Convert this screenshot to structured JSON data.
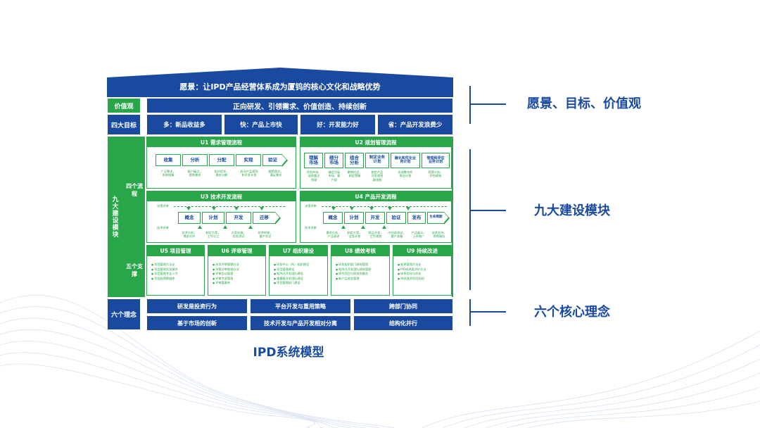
{
  "vision": "愿景：让IPD产品经营体系成为厦钨的核心文化和战略优势",
  "values": {
    "label": "价值观",
    "text": "正向研发、引领需求、价值创造、持续创新"
  },
  "goals": {
    "label": "四大目标",
    "items": [
      "多：新品收益多",
      "快：产品上市快",
      "好：开发能力好",
      "省：产品开发浪费少"
    ]
  },
  "nine_modules_label": "九大建设模块",
  "four_flows": {
    "label": "四个流程",
    "u1": {
      "title": "U1 需求管理流程",
      "steps": [
        "收集",
        "分析",
        "分配",
        "实现",
        "验证"
      ],
      "subs": [
        "广泛需求，\n系统搜集",
        "客户痛点，\n提炼需求",
        "相对优先，\n需求分解",
        "启动产品规划\n和开发计划",
        "跟踪落实，\n满足需求"
      ]
    },
    "u2": {
      "title": "U2 规划管理流程",
      "steps": [
        "理解\n市场",
        "细分\n市场",
        "组合\n分析",
        "制定业务\n计划",
        "融化和优化业\n务计划",
        "管理和评估\n业务计划"
      ],
      "subs": [
        "评估市场，\n选择重点\n领域",
        "确定目标\n市场、客\n户群",
        "聚焦机会，\n制定策略",
        "制定产品\n开发规划\n路线图",
        "形成整合的\n商业计划",
        "经营分析，\n评估绩效"
      ]
    },
    "u3": {
      "title": "U3 技术开发流程",
      "review": "决策评审",
      "tech_review": "技术评审",
      "steps": [
        "概念",
        "计划",
        "开发",
        "迁移"
      ],
      "subs": [
        "技术分析，\n需求对齐",
        "制定方案，\n工作分工",
        "方案实施，\n实验测试",
        "技术转移，\n量产验证"
      ]
    },
    "u4": {
      "title": "U4 产品开发流程",
      "review": "决策评审",
      "tech_review": "技术评审",
      "steps": [
        "概念",
        "计划",
        "开发",
        "验证",
        "发布",
        "生命周期"
      ],
      "subs": [
        "需求分析，\n产品表述",
        "制定方案，\n业务计划",
        "样品开发，\n工作规划",
        "内外部测试，\n量产准备",
        "产品展示，\n上市推广",
        "技术支持，\n营销服务"
      ]
    }
  },
  "five_supports": {
    "label": "五个支撑",
    "modules": [
      {
        "title": "U5 项目管理",
        "items": [
          "项目管理方法论",
          "项目管理实务操作",
          "项目管理专业人才",
          "项目经营数据库"
        ]
      },
      {
        "title": "U6 评审管理",
        "items": [
          "技术评审管理办法",
          "决策评审管理办法",
          "评审会议管理",
          "评审专家管理",
          "评审要素库"
        ]
      },
      {
        "title": "U7 组织建设",
        "items": [
          "研发中心（所）组织建设",
          "项目管理建设",
          "矩阵式开发团队建设",
          "重量级开发团队建设",
          "项目管理部门建设"
        ]
      },
      {
        "title": "U8 绩效考核",
        "items": [
          "研发组织部门绩效管理",
          "矩阵式开发团队绩效管理",
          "研究项目与财务的融合",
          "新产品收益管理"
        ]
      },
      {
        "title": "U9 持续改进",
        "items": [
          "变革管理方法论",
          "IPD成熟度评价方法",
          "体系优化与优化",
          "持续改进项目机制"
        ]
      }
    ]
  },
  "six_concepts": {
    "label": "六个理念",
    "items": [
      "研发是投资行为",
      "平台开发与重用策略",
      "跨部门协同",
      "基于市场的创新",
      "技术开发与产品开发相对分离",
      "结构化并行"
    ]
  },
  "right_labels": [
    "愿景、目标、价值观",
    "九大建设模块",
    "六个核心理念"
  ],
  "caption": "IPD系统模型",
  "colors": {
    "blue": "#1a4aa0",
    "green": "#2aa64a"
  }
}
